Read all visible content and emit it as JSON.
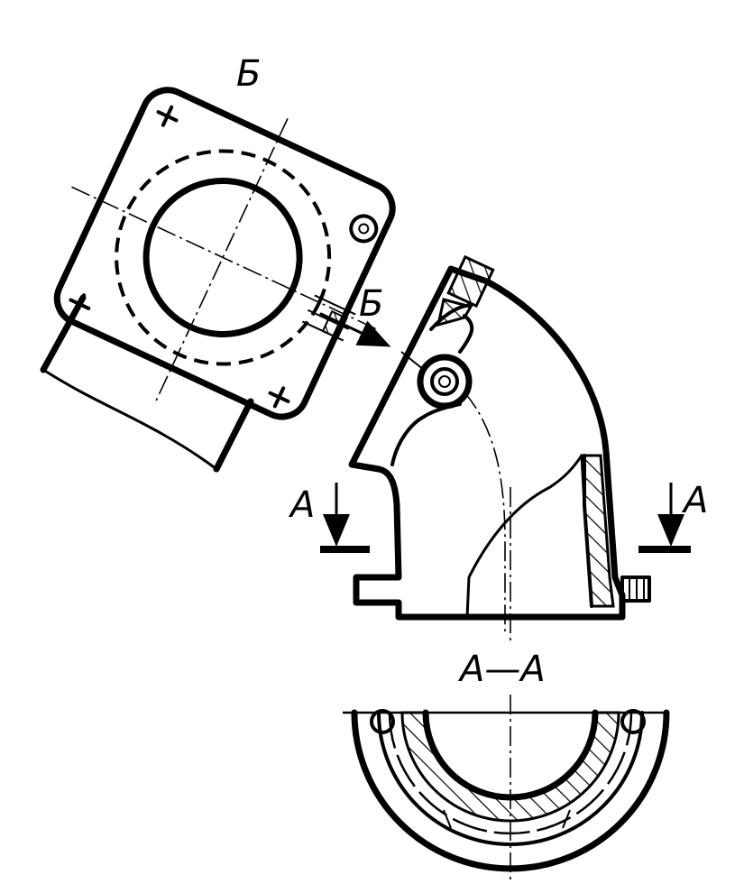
{
  "labels": {
    "view_b_title": "Б",
    "view_b_arrow": "Б",
    "section_a_left": "А",
    "section_a_right": "А",
    "section_title": "А—А"
  },
  "colors": {
    "ink": "#000000",
    "paper": "#ffffff"
  }
}
